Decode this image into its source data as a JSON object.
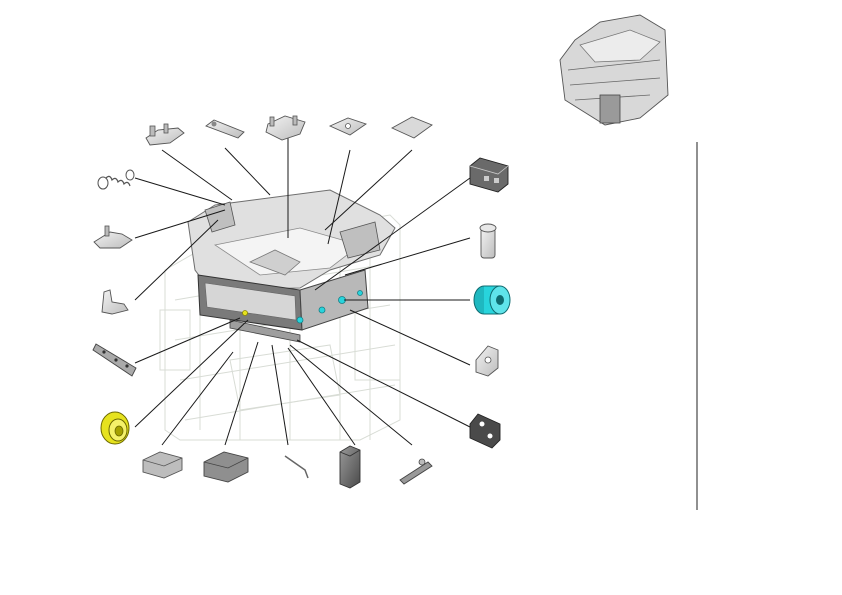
{
  "diagram": {
    "kind": "exploded-parts-view",
    "accent_colors": {
      "highlight_roller": "#28d4dc",
      "highlight_gear": "#e6e21e",
      "part_fill": "#d8d8d8",
      "part_stroke": "#555555",
      "leader_line": "#1a1a1a"
    },
    "parts": [
      {
        "id": "bracket-top-1",
        "icon": "bracket-icon"
      },
      {
        "id": "rod-link",
        "icon": "rod-icon"
      },
      {
        "id": "bracket-top-3",
        "icon": "bracket-icon"
      },
      {
        "id": "plate-small",
        "icon": "plate-icon"
      },
      {
        "id": "cover-flat",
        "icon": "cover-icon"
      },
      {
        "id": "spring",
        "icon": "spring-icon"
      },
      {
        "id": "lever-left",
        "icon": "lever-icon"
      },
      {
        "id": "hinge-arm",
        "icon": "hinge-icon"
      },
      {
        "id": "rail-strip",
        "icon": "rail-icon"
      },
      {
        "id": "gear-wheel",
        "icon": "gear-icon"
      },
      {
        "id": "pad-1",
        "icon": "pad-icon"
      },
      {
        "id": "pad-2",
        "icon": "pad-icon"
      },
      {
        "id": "pin-wire",
        "icon": "wire-icon"
      },
      {
        "id": "block-tall",
        "icon": "block-icon"
      },
      {
        "id": "link-arm",
        "icon": "link-icon"
      },
      {
        "id": "bracket-plate-right",
        "icon": "bracket-icon"
      },
      {
        "id": "cam-plate",
        "icon": "cam-icon"
      },
      {
        "id": "roller",
        "icon": "roller-icon"
      },
      {
        "id": "bushing",
        "icon": "bushing-icon"
      },
      {
        "id": "sensor-box",
        "icon": "sensor-icon"
      }
    ]
  }
}
